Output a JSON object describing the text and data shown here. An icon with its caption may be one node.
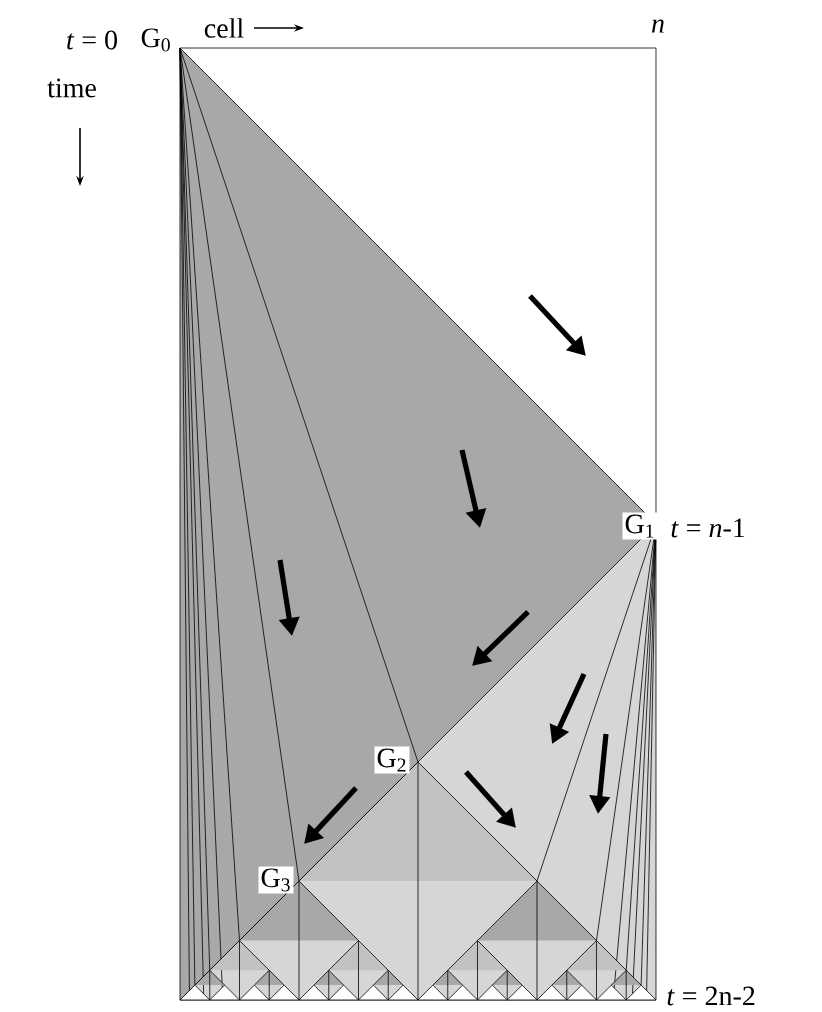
{
  "diagram": {
    "labels": [
      "*t* = 0",
      "G$_{0}$",
      "cell",
      "*n*",
      "time",
      "G$_{1}$",
      "*t* = *n*-1",
      "G$_{2}$",
      "G$_{3}$",
      "*t* = 2n-2"
    ]
  }
}
